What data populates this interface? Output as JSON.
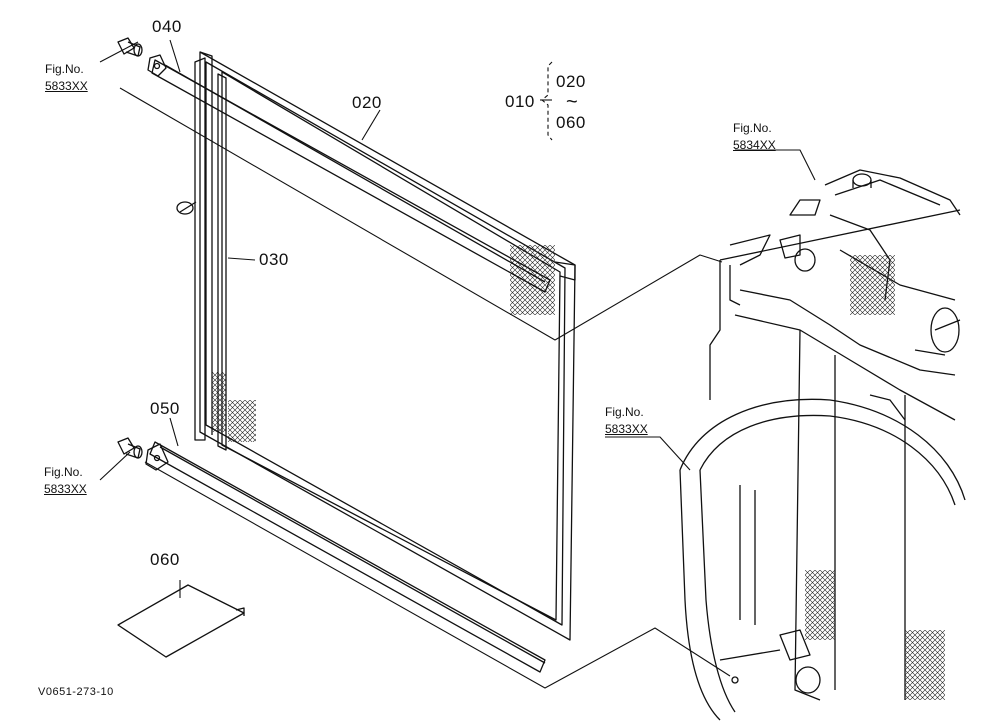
{
  "parts": {
    "p010": "010",
    "p020": "020",
    "p020_range_start": "020",
    "p060_range_end": "060",
    "p030": "030",
    "p040": "040",
    "p050": "050",
    "p060": "060",
    "range_symbol": "~"
  },
  "figure_refs": [
    {
      "fig": "Fig.No.",
      "code": "5833XX"
    },
    {
      "fig": "Fig.No.",
      "code": "5833XX"
    },
    {
      "fig": "Fig.No.",
      "code": "5834XX"
    },
    {
      "fig": "Fig.No.",
      "code": "5833XX"
    }
  ],
  "drawing_code": "V0651-273-10",
  "colors": {
    "ink": "#111111",
    "paper": "#ffffff"
  }
}
